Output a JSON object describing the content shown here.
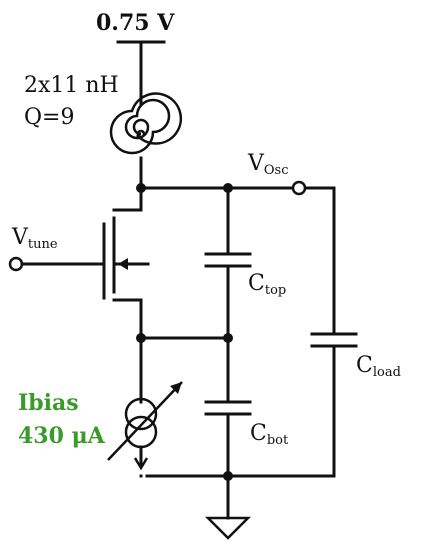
{
  "supply": {
    "label": "0.75 V"
  },
  "inductor": {
    "line1": "2x11 nH",
    "line2": "Q=9"
  },
  "nodes": {
    "vosc_main": "V",
    "vosc_sub": "Osc",
    "vtune_main": "V",
    "vtune_sub": "tune"
  },
  "capacitors": {
    "top_main": "C",
    "top_sub": "top",
    "bot_main": "C",
    "bot_sub": "bot",
    "load_main": "C",
    "load_sub": "load"
  },
  "bias": {
    "line1": "Ibias",
    "line2": "430 μA",
    "color": "#3a9a2a"
  },
  "icons": [
    "spiral-inductor-icon",
    "pmos-varactor-icon",
    "variable-current-source-icon",
    "ground-icon"
  ]
}
